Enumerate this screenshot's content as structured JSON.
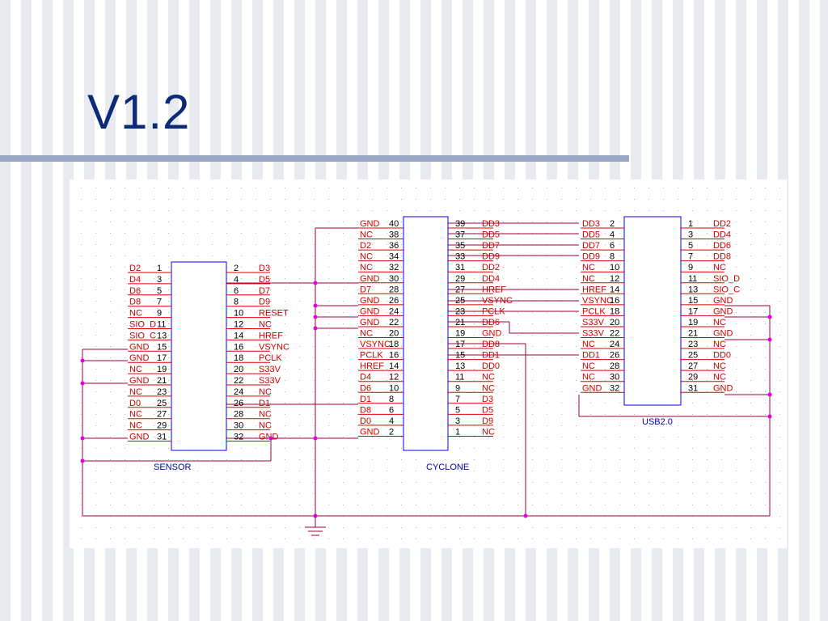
{
  "slide": {
    "title": "V1.2"
  },
  "colors": {
    "title": "#0c2a78",
    "wire": "#a0003a",
    "pin": "#e00000",
    "label": "#cc0000",
    "number": "#000000",
    "dot": "#e000e0"
  },
  "components": [
    {
      "name": "SENSOR",
      "left_pins": [
        {
          "num": "1",
          "label": "D2"
        },
        {
          "num": "3",
          "label": "D4"
        },
        {
          "num": "5",
          "label": "D6"
        },
        {
          "num": "7",
          "label": "D8"
        },
        {
          "num": "9",
          "label": "NC"
        },
        {
          "num": "11",
          "label": "SIO_D"
        },
        {
          "num": "13",
          "label": "SIO_C"
        },
        {
          "num": "15",
          "label": "GND"
        },
        {
          "num": "17",
          "label": "GND"
        },
        {
          "num": "19",
          "label": "NC"
        },
        {
          "num": "21",
          "label": "GND"
        },
        {
          "num": "23",
          "label": "NC"
        },
        {
          "num": "25",
          "label": "D0"
        },
        {
          "num": "27",
          "label": "NC"
        },
        {
          "num": "29",
          "label": "NC"
        },
        {
          "num": "31",
          "label": "GND"
        }
      ],
      "right_pins": [
        {
          "num": "2",
          "label": "D3"
        },
        {
          "num": "4",
          "label": "D5"
        },
        {
          "num": "6",
          "label": "D7"
        },
        {
          "num": "8",
          "label": "D9"
        },
        {
          "num": "10",
          "label": "RESET"
        },
        {
          "num": "12",
          "label": "NC"
        },
        {
          "num": "14",
          "label": "HREF"
        },
        {
          "num": "16",
          "label": "VSYNC"
        },
        {
          "num": "18",
          "label": "PCLK"
        },
        {
          "num": "20",
          "label": "S33V"
        },
        {
          "num": "22",
          "label": "S33V"
        },
        {
          "num": "24",
          "label": "NC"
        },
        {
          "num": "26",
          "label": "D1"
        },
        {
          "num": "28",
          "label": "NC"
        },
        {
          "num": "30",
          "label": "NC"
        },
        {
          "num": "32",
          "label": "GND"
        }
      ]
    },
    {
      "name": "CYCLONE",
      "left_pins": [
        {
          "num": "40",
          "label": "GND"
        },
        {
          "num": "38",
          "label": "NC"
        },
        {
          "num": "36",
          "label": "D2"
        },
        {
          "num": "34",
          "label": "NC"
        },
        {
          "num": "32",
          "label": "NC"
        },
        {
          "num": "30",
          "label": "GND"
        },
        {
          "num": "28",
          "label": "D7"
        },
        {
          "num": "26",
          "label": "GND"
        },
        {
          "num": "24",
          "label": "GND"
        },
        {
          "num": "22",
          "label": "GND"
        },
        {
          "num": "20",
          "label": "NC"
        },
        {
          "num": "18",
          "label": "VSYNC"
        },
        {
          "num": "16",
          "label": "PCLK"
        },
        {
          "num": "14",
          "label": "HREF"
        },
        {
          "num": "12",
          "label": "D4"
        },
        {
          "num": "10",
          "label": "D6"
        },
        {
          "num": "8",
          "label": "D1"
        },
        {
          "num": "6",
          "label": "D8"
        },
        {
          "num": "4",
          "label": "D0"
        },
        {
          "num": "2",
          "label": "GND"
        }
      ],
      "right_pins": [
        {
          "num": "39",
          "label": "DD3"
        },
        {
          "num": "37",
          "label": "DD5"
        },
        {
          "num": "35",
          "label": "DD7"
        },
        {
          "num": "33",
          "label": "DD9"
        },
        {
          "num": "31",
          "label": "DD2"
        },
        {
          "num": "29",
          "label": "DD4"
        },
        {
          "num": "27",
          "label": "HREF"
        },
        {
          "num": "25",
          "label": "VSYNC"
        },
        {
          "num": "23",
          "label": "PCLK"
        },
        {
          "num": "21",
          "label": "DD6"
        },
        {
          "num": "19",
          "label": "GND"
        },
        {
          "num": "17",
          "label": "DD8"
        },
        {
          "num": "15",
          "label": "DD1"
        },
        {
          "num": "13",
          "label": "DD0"
        },
        {
          "num": "11",
          "label": "NC"
        },
        {
          "num": "9",
          "label": "NC"
        },
        {
          "num": "7",
          "label": "D3"
        },
        {
          "num": "5",
          "label": "D5"
        },
        {
          "num": "3",
          "label": "D9"
        },
        {
          "num": "1",
          "label": "NC"
        }
      ]
    },
    {
      "name": "USB2.0",
      "left_pins": [
        {
          "num": "2",
          "label": "DD3"
        },
        {
          "num": "4",
          "label": "DD5"
        },
        {
          "num": "6",
          "label": "DD7"
        },
        {
          "num": "8",
          "label": "DD9"
        },
        {
          "num": "10",
          "label": "NC"
        },
        {
          "num": "12",
          "label": "NC"
        },
        {
          "num": "14",
          "label": "HREF"
        },
        {
          "num": "16",
          "label": "VSYNC"
        },
        {
          "num": "18",
          "label": "PCLK"
        },
        {
          "num": "20",
          "label": "S33V"
        },
        {
          "num": "22",
          "label": "S33V"
        },
        {
          "num": "24",
          "label": "NC"
        },
        {
          "num": "26",
          "label": "DD1"
        },
        {
          "num": "28",
          "label": "NC"
        },
        {
          "num": "30",
          "label": "NC"
        },
        {
          "num": "32",
          "label": "GND"
        }
      ],
      "right_pins": [
        {
          "num": "1",
          "label": "DD2"
        },
        {
          "num": "3",
          "label": "DD4"
        },
        {
          "num": "5",
          "label": "DD6"
        },
        {
          "num": "7",
          "label": "DD8"
        },
        {
          "num": "9",
          "label": "NC"
        },
        {
          "num": "11",
          "label": "SIO_D"
        },
        {
          "num": "13",
          "label": "SIO_C"
        },
        {
          "num": "15",
          "label": "GND"
        },
        {
          "num": "17",
          "label": "GND"
        },
        {
          "num": "19",
          "label": "NC"
        },
        {
          "num": "21",
          "label": "GND"
        },
        {
          "num": "23",
          "label": "NC"
        },
        {
          "num": "25",
          "label": "DD0"
        },
        {
          "num": "27",
          "label": "NC"
        },
        {
          "num": "29",
          "label": "NC"
        },
        {
          "num": "31",
          "label": "GND"
        }
      ]
    }
  ]
}
